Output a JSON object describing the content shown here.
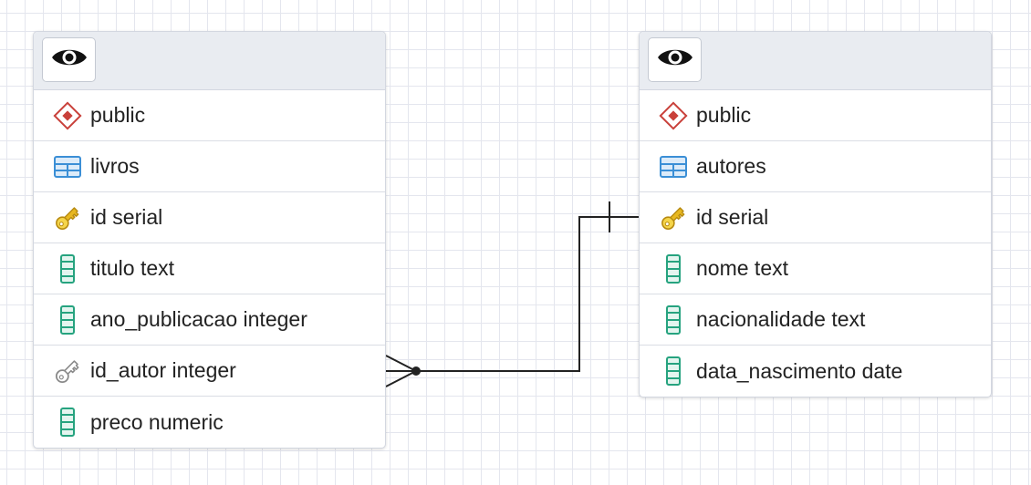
{
  "tables": [
    {
      "header": {
        "view_icon": "eye-icon"
      },
      "rows": [
        {
          "label": "public",
          "icon": "schema-icon"
        },
        {
          "label": "livros",
          "icon": "table-icon"
        },
        {
          "label": "id serial",
          "icon": "primary-key-icon"
        },
        {
          "label": "titulo text",
          "icon": "column-icon"
        },
        {
          "label": "ano_publicacao integer",
          "icon": "column-icon"
        },
        {
          "label": "id_autor integer",
          "icon": "foreign-key-icon"
        },
        {
          "label": "preco numeric",
          "icon": "column-icon"
        }
      ]
    },
    {
      "header": {
        "view_icon": "eye-icon"
      },
      "rows": [
        {
          "label": "public",
          "icon": "schema-icon"
        },
        {
          "label": "autores",
          "icon": "table-icon"
        },
        {
          "label": "id serial",
          "icon": "primary-key-icon"
        },
        {
          "label": "nome text",
          "icon": "column-icon"
        },
        {
          "label": "nacionalidade text",
          "icon": "column-icon"
        },
        {
          "label": "data_nascimento date",
          "icon": "column-icon"
        }
      ]
    }
  ],
  "relationship": {
    "from": "livros.id_autor",
    "to": "autores.id",
    "cardinality": "many-to-one"
  },
  "colors": {
    "schema": "#c9403a",
    "table": "#3b8fd6",
    "primary_key": "#e8b820",
    "foreign_key": "#8a8a8a",
    "column": "#26a37f",
    "link": "#222222"
  }
}
